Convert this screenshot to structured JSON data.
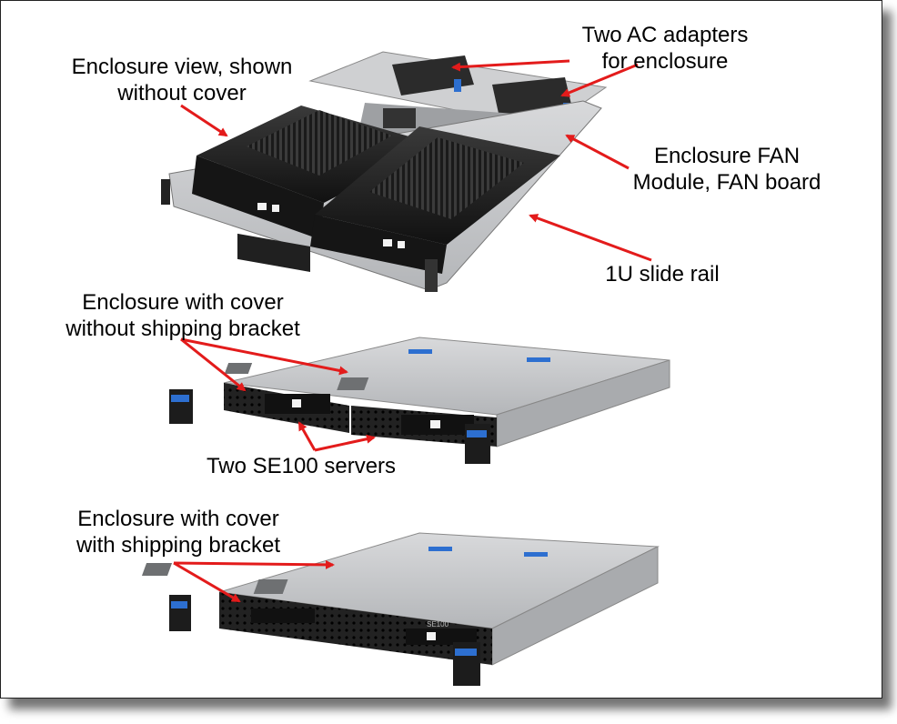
{
  "labels": {
    "enclosure_view": [
      "Enclosure view, shown",
      "without cover"
    ],
    "ac_adapters": [
      "Two AC adapters",
      "for enclosure"
    ],
    "fan_module": [
      "Enclosure FAN",
      "Module, FAN board"
    ],
    "slide_rail": "1U slide rail",
    "cover_no_bracket": [
      "Enclosure with cover",
      "without shipping bracket"
    ],
    "se100_servers": "Two SE100 servers",
    "cover_with_bracket": [
      "Enclosure with cover",
      "with shipping bracket"
    ]
  },
  "hardware_text": {
    "model_badge": "SE100"
  },
  "colors": {
    "arrow": "#e31b1b",
    "chassis_dark": "#1c1c1c",
    "chassis_silver": "#c9cacc",
    "accent_blue": "#2d6fd0"
  }
}
